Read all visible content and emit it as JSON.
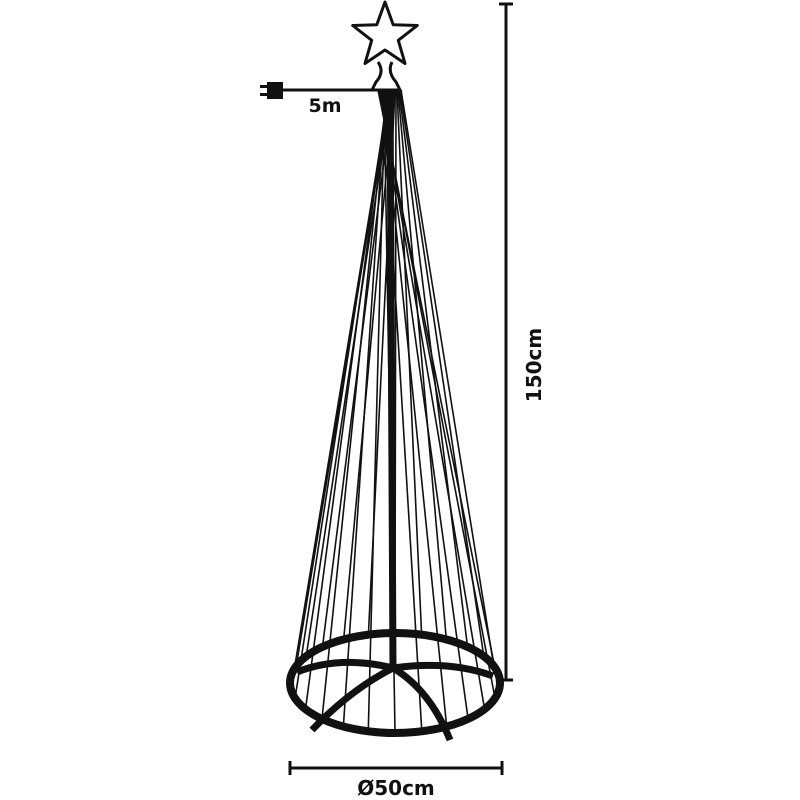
{
  "labels": {
    "cable_length": "5m",
    "height": "150cm",
    "diameter": "Ø50cm"
  },
  "strand_count": 24,
  "colors": {
    "line": "#111111",
    "background": "#ffffff"
  }
}
